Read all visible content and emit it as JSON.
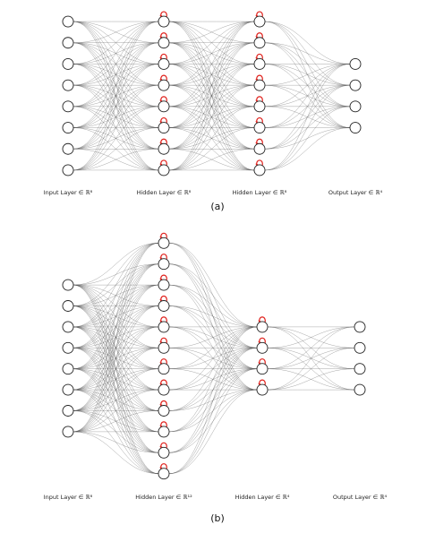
{
  "colors": {
    "recurrent_loop": "#e0201b",
    "neuron_stroke": "#222222",
    "edge": "#555555"
  },
  "panels": [
    {
      "id": "a",
      "label": "(a)",
      "layers": [
        {
          "label": "Input Layer ∈ ℝ⁸",
          "neurons": 8,
          "recurrent": false
        },
        {
          "label": "Hidden Layer ∈ ℝ⁸",
          "neurons": 8,
          "recurrent": true
        },
        {
          "label": "Hidden Layer ∈ ℝ⁸",
          "neurons": 8,
          "recurrent": true
        },
        {
          "label": "Output Layer ∈ ℝ⁴",
          "neurons": 4,
          "recurrent": false
        }
      ]
    },
    {
      "id": "b",
      "label": "(b)",
      "layers": [
        {
          "label": "Input Layer ∈ ℝ⁸",
          "neurons": 8,
          "recurrent": false
        },
        {
          "label": "Hidden Layer ∈ ℝ¹²",
          "neurons": 12,
          "recurrent": true
        },
        {
          "label": "Hidden Layer ∈ ℝ⁴",
          "neurons": 4,
          "recurrent": true
        },
        {
          "label": "Output Layer ∈ ℝ⁴",
          "neurons": 4,
          "recurrent": false
        }
      ]
    }
  ]
}
